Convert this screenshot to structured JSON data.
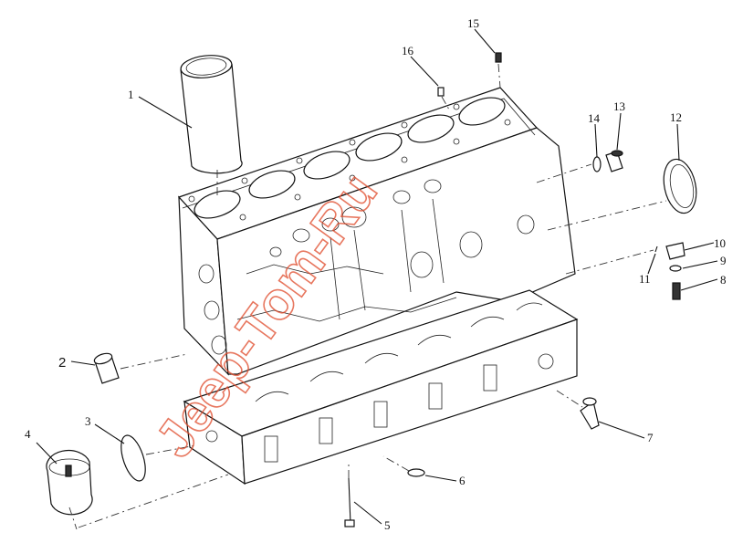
{
  "diagram": {
    "watermark": "Jeep-Tom-Ru",
    "corner_mark": "",
    "callouts": [
      "1",
      "2",
      "3",
      "4",
      "5",
      "6",
      "7",
      "8",
      "9",
      "10",
      "11",
      "12",
      "13",
      "14",
      "15",
      "16"
    ]
  }
}
